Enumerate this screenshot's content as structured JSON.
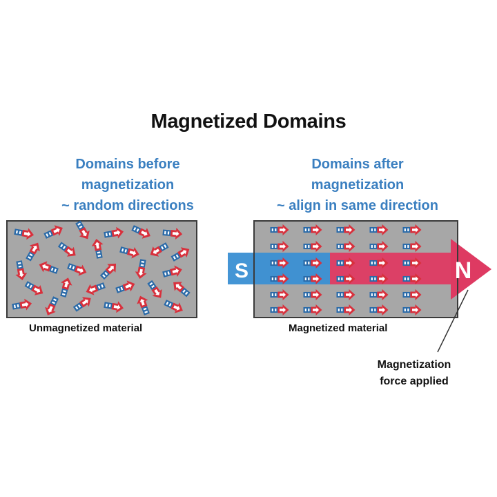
{
  "title": "Magnetized Domains",
  "left_panel": {
    "caption_line1": "Domains before",
    "caption_line2": "magnetization",
    "caption_line3": "~ random directions",
    "label": "Unmagnetized material"
  },
  "right_panel": {
    "caption_line1": "Domains after",
    "caption_line2": "magnetization",
    "caption_line3": "~ align in same direction",
    "label": "Magnetized material",
    "south_pole": "S",
    "north_pole": "N",
    "force_line1": "Magnetization",
    "force_line2": "force applied"
  },
  "colors": {
    "material": "#a7a7a7",
    "south": "#3a8fd3",
    "north": "#de3a62",
    "domain_blue": "#2a6aa8",
    "domain_red": "#d8303c",
    "caption": "#3a7fc0"
  }
}
